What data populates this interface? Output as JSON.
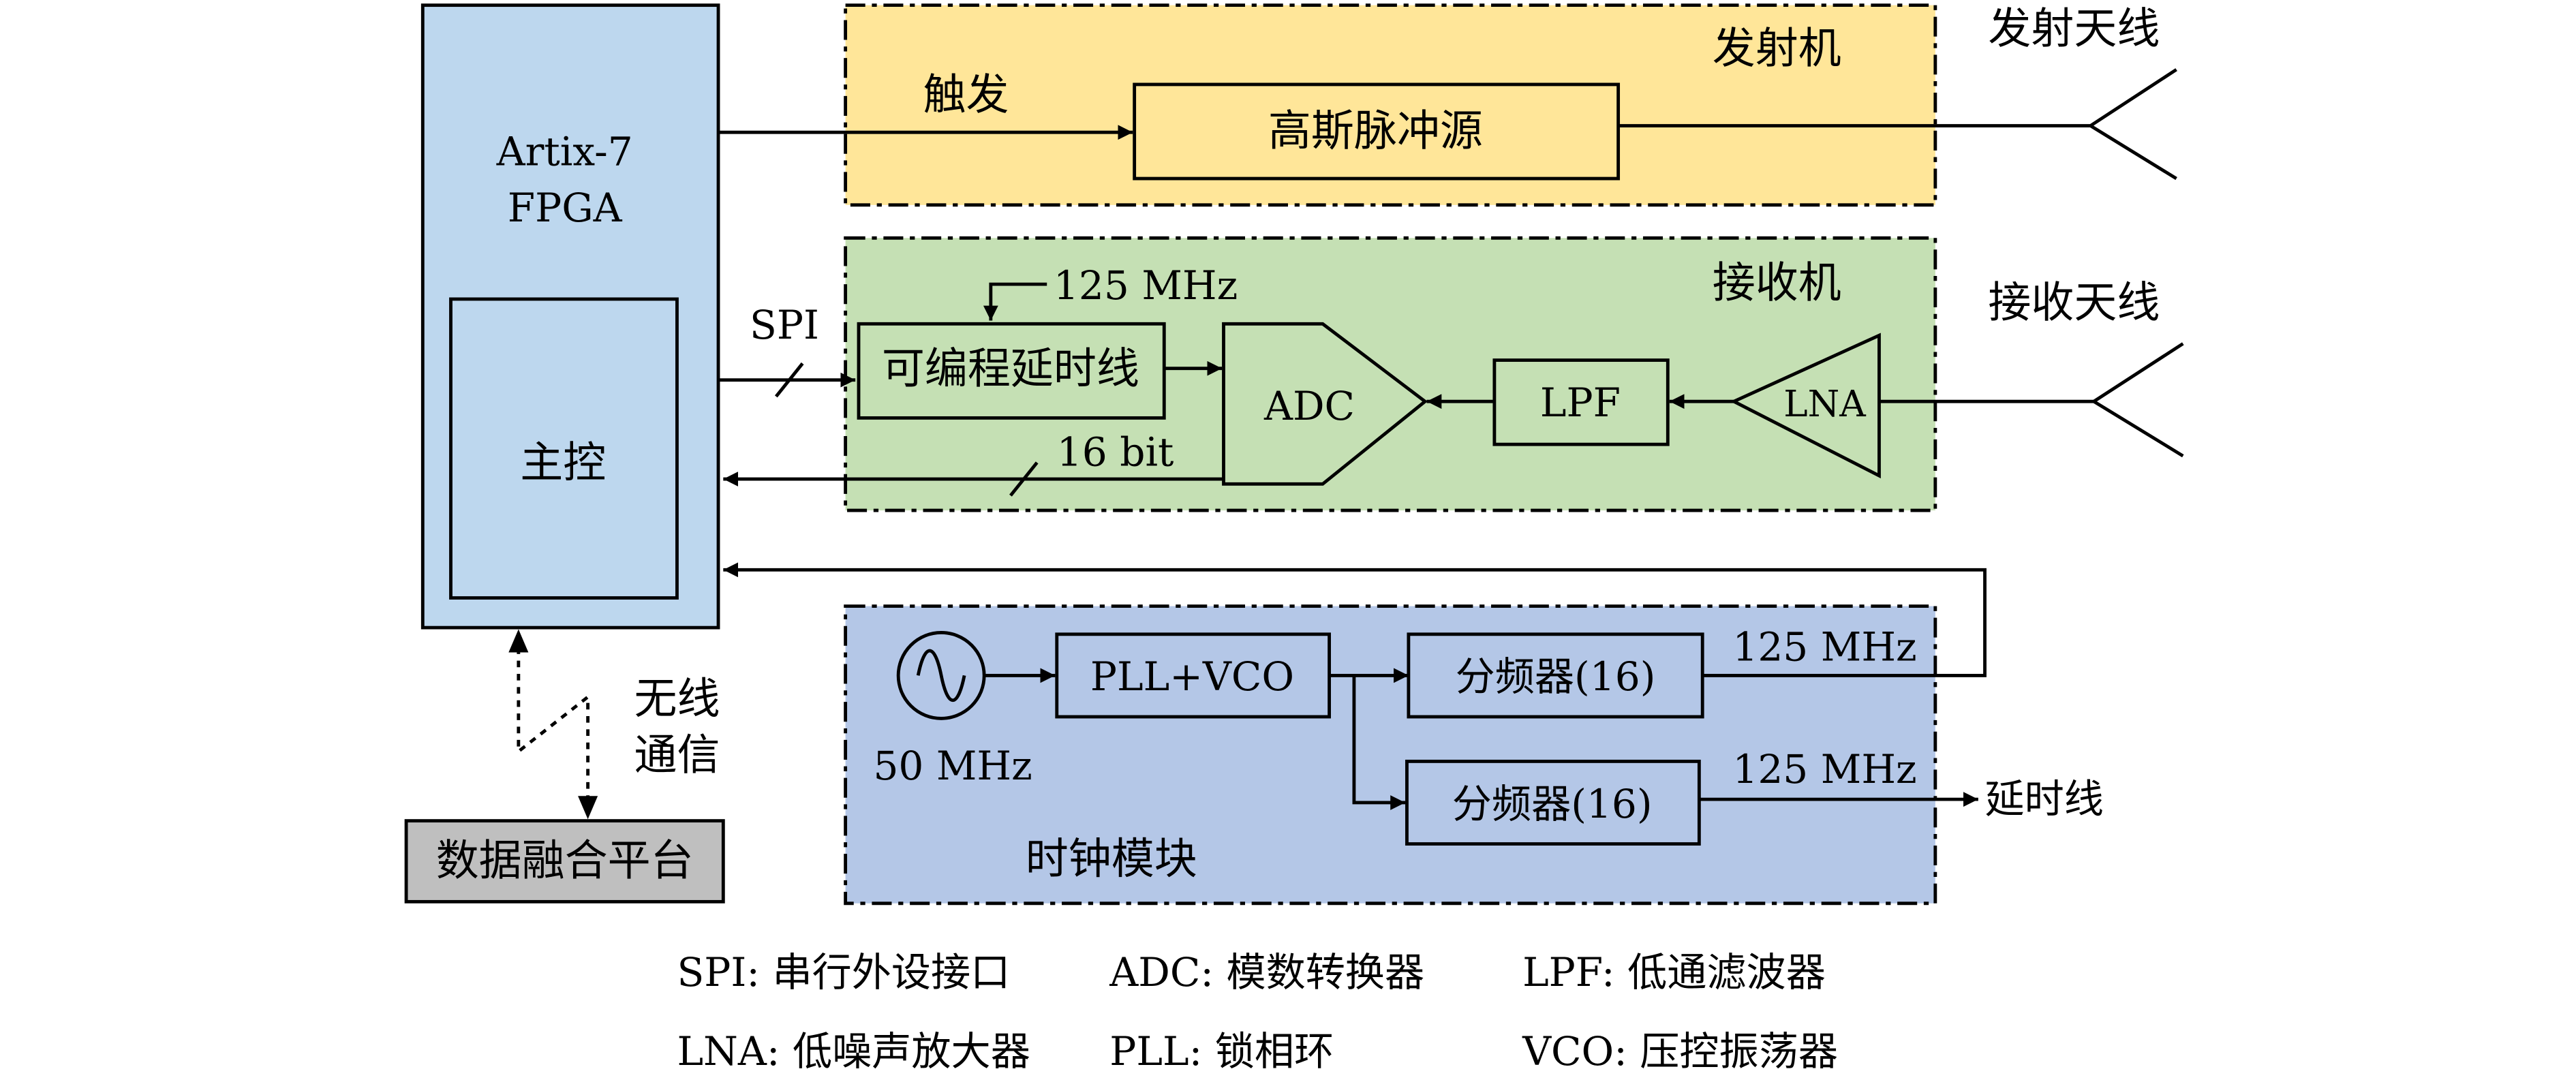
{
  "colors": {
    "fpga_fill": "#bdd7ee",
    "transmitter_fill": "#ffe699",
    "receiver_fill": "#c5e0b4",
    "clock_fill": "#b4c7e7",
    "platform_fill": "#bfbfbf",
    "line": "#000000"
  },
  "fpga": {
    "title_line1": "Artix-7",
    "title_line2": "FPGA",
    "controller": "主控"
  },
  "transmitter": {
    "region_label": "发射机",
    "trigger_label": "触发",
    "pulse_source": "高斯脉冲源",
    "antenna_label": "发射天线"
  },
  "receiver": {
    "region_label": "接收机",
    "spi_label": "SPI",
    "clock_in_label": "125 MHz",
    "delay_line": "可编程延时线",
    "adc": "ADC",
    "lpf": "LPF",
    "lna": "LNA",
    "data_bus_label": "16 bit",
    "antenna_label": "接收天线"
  },
  "clock_module": {
    "region_label": "时钟模块",
    "osc_label": "50 MHz",
    "pll_vco": "PLL+VCO",
    "divider_top": "分频器(16)",
    "divider_bottom": "分频器(16)",
    "out_top_label": "125 MHz",
    "out_bottom_label": "125 MHz",
    "out_bottom_target": "延时线"
  },
  "wireless": {
    "label_line1": "无线",
    "label_line2": "通信",
    "platform": "数据融合平台"
  },
  "legend": [
    "SPI: 串行外设接口",
    "ADC: 模数转换器",
    "LPF: 低通滤波器",
    "LNA: 低噪声放大器",
    "PLL: 锁相环",
    "VCO: 压控振荡器"
  ]
}
